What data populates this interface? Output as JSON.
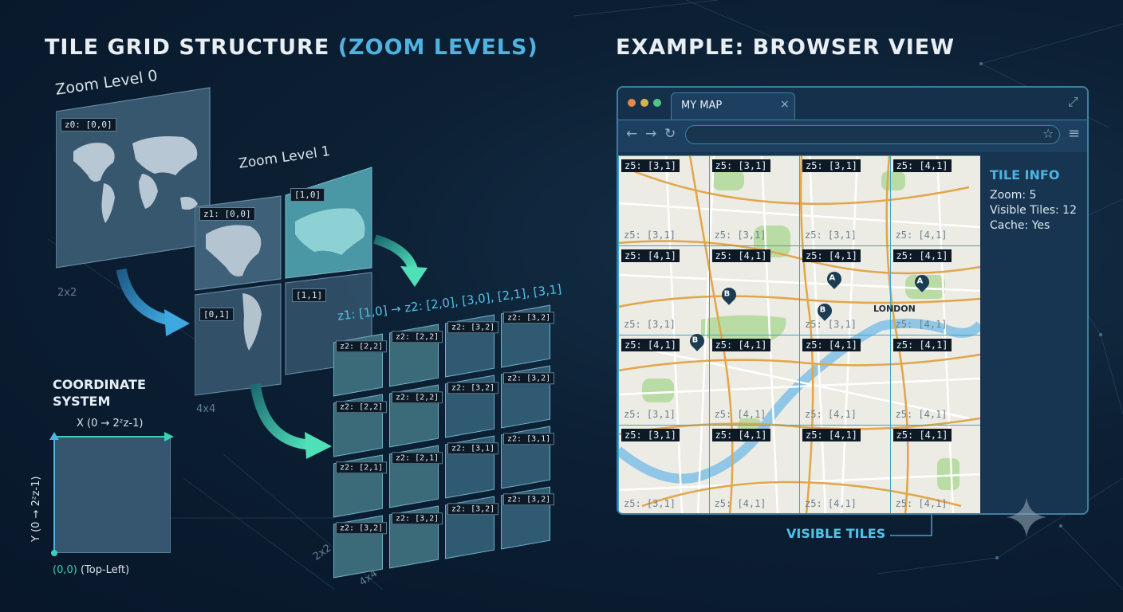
{
  "left_title": {
    "main": "TILE GRID STRUCTURE ",
    "accent": "(ZOOM LEVELS)"
  },
  "right_title": "EXAMPLE: BROWSER VIEW",
  "zoom0": {
    "title": "Zoom Level 0",
    "tag": "z0: [0,0]",
    "size": "2x2"
  },
  "zoom1": {
    "title": "Zoom Level 1",
    "tags": [
      "z1: [0,0]",
      "[1,0]",
      "[0,1]",
      "[1,1]"
    ],
    "size": "4x4"
  },
  "z2": {
    "caption": "z1: [1,0] → z2: [2,0], [3,0], [2,1], [3,1]",
    "tags": [
      [
        "z2: [2,2]",
        "z2: [2,2]",
        "z2: [3,2]",
        "z2: [3,2]"
      ],
      [
        "z2: [2,2]",
        "z2: [2,2]",
        "z2: [3,2]",
        "z2: [3,2]"
      ],
      [
        "z2: [2,1]",
        "z2: [2,1]",
        "z2: [3,1]",
        "z2: [3,1]"
      ],
      [
        "z2: [3,2]",
        "z2: [3,2]",
        "z2: [3,2]",
        "z2: [3,2]"
      ]
    ],
    "size_a": "2x2",
    "size_b": "4x4"
  },
  "coords": {
    "title_line1": "COORDINATE",
    "title_line2": "SYSTEM",
    "x_label": "X (0 → 2ᶻz-1)",
    "y_label": "Y (0 → 2ᶻz-1)",
    "origin_prefix": "(0,0)",
    "origin_suffix": " (Top-Left)"
  },
  "browser": {
    "tab_title": "MY MAP",
    "tab_close": "×",
    "nav_back": "←",
    "nav_forward": "→",
    "nav_reload": "↻",
    "star": "☆",
    "menu": "≡",
    "expand": "⤢",
    "tile_labels": [
      [
        "z5: [3,1]",
        "z5: [3,1]",
        "z5: [3,1]",
        "z5: [4,1]"
      ],
      [
        "z5: [4,1]",
        "z5: [4,1]",
        "z5: [4,1]",
        "z5: [4,1]"
      ],
      [
        "z5: [4,1]",
        "z5: [4,1]",
        "z5: [4,1]",
        "z5: [4,1]"
      ],
      [
        "z5: [3,1]",
        "z5: [4,1]",
        "z5: [4,1]",
        "z5: [4,1]"
      ]
    ],
    "ghost_labels": [
      [
        "z5: [3,1]",
        "z5: [3,1]",
        "z5: [3,1]",
        "z5: [4,1]"
      ],
      [
        "z5: [3,1]",
        "",
        "z5: [3,1]",
        "z5: [4,1]"
      ],
      [
        "z5: [3,1]",
        "z5: [4,1]",
        "z5: [4,1]",
        "z5: [4,1]"
      ],
      [
        "z5: [3,1]",
        "z5: [4,1]",
        "z5: [4,1]",
        "z5: [4,1]"
      ]
    ],
    "city_label": "LONDON",
    "markers": [
      "A",
      "A",
      "B",
      "B",
      "B"
    ],
    "info": {
      "title": "TILE INFO",
      "zoom": "Zoom: 5",
      "visible": "Visible Tiles: 12",
      "cache": "Cache: Yes"
    },
    "visible_tiles_label": "VISIBLE TILES"
  },
  "colors": {
    "accent": "#4fb3e0",
    "teal": "#3ed0b0",
    "tile_border": "#3aa7c9"
  }
}
